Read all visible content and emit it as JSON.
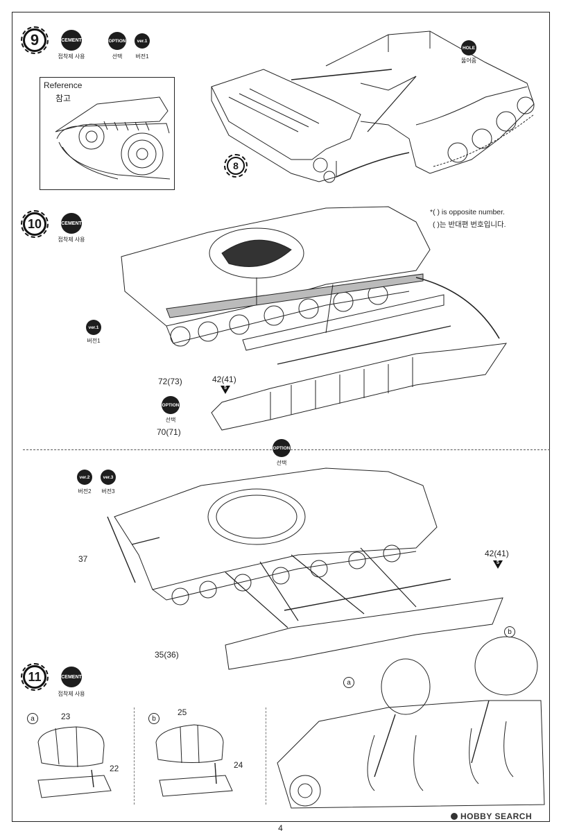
{
  "steps": {
    "s9": {
      "number": "9",
      "cement": "CEMENT",
      "cement_caption": "접착제 사용",
      "option": "OPTION",
      "option_caption": "선택",
      "version": "ver.1",
      "version_caption": "버전1",
      "reference_title": "Reference",
      "reference_subtitle": "참고",
      "hole": "HOLE",
      "hole_caption": "뚫어줌",
      "part8": "8"
    },
    "s10": {
      "number": "10",
      "cement": "CEMENT",
      "cement_caption": "접착제 사용",
      "note_line1": "*(    ) is opposite number.",
      "note_line2": "(    )는 반대편 번호입니다.",
      "version": "ver.1",
      "version_caption": "버전1",
      "option": "OPTION",
      "option_caption": "선택",
      "part_72": "72(73)",
      "part_42": "42(41)",
      "part_42_marker": "5",
      "part_70": "70(71)"
    },
    "opt": {
      "option": "OPTION",
      "option_caption": "선택",
      "ver2": "ver.2",
      "ver2_caption": "버전2",
      "ver3": "ver.3",
      "ver3_caption": "버전3",
      "part_37": "37",
      "part_42": "42(41)",
      "part_42_marker": "5",
      "part_35": "35(36)"
    },
    "s11": {
      "number": "11",
      "cement": "CEMENT",
      "cement_caption": "접착제 사용",
      "sub_a": "a",
      "sub_b": "b",
      "part_23": "23",
      "part_22": "22",
      "part_25": "25",
      "part_24": "24"
    }
  },
  "footer": {
    "page_number": "4",
    "watermark": "HOBBY SEARCH"
  }
}
